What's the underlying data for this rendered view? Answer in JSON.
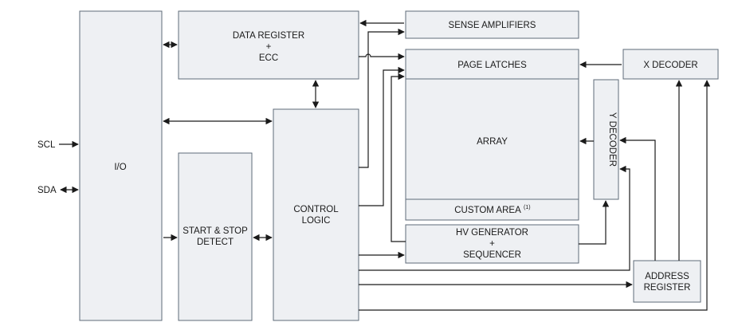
{
  "blocks": {
    "io": "I/O",
    "data_register": [
      "DATA REGISTER",
      "+",
      "ECC"
    ],
    "sense_amplifiers": "SENSE AMPLIFIERS",
    "page_latches": "PAGE LATCHES",
    "x_decoder": "X DECODER",
    "array": "ARRAY",
    "custom_area": "CUSTOM AREA",
    "custom_area_note": "(1)",
    "y_decoder": "Y DECODER",
    "start_stop": [
      "START & STOP",
      "DETECT"
    ],
    "control_logic": [
      "CONTROL",
      "LOGIC"
    ],
    "hv_generator": [
      "HV GENERATOR",
      "+",
      "SEQUENCER"
    ],
    "address_register": [
      "ADDRESS",
      "REGISTER"
    ]
  },
  "signals": {
    "scl": "SCL",
    "sda": "SDA"
  }
}
